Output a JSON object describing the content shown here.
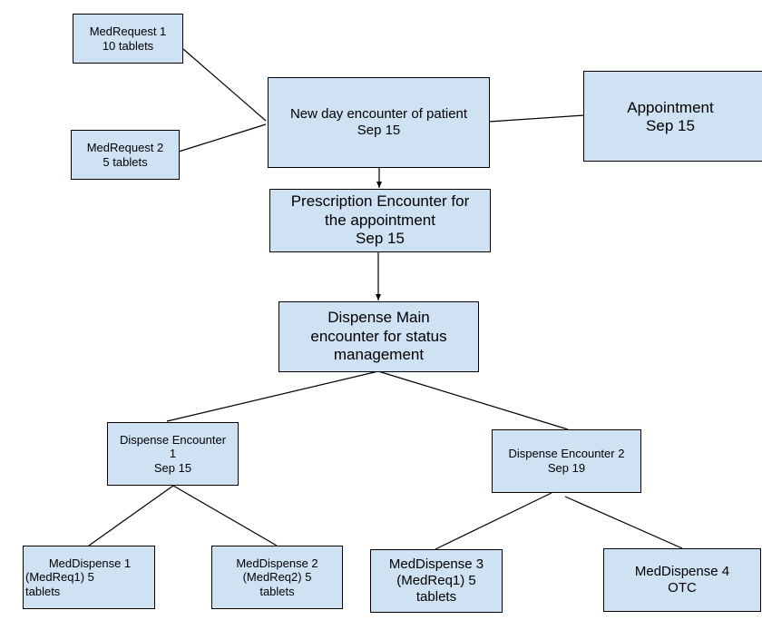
{
  "nodes": {
    "medrequest1": {
      "line1": "MedRequest 1",
      "line2": "10 tablets"
    },
    "medrequest2": {
      "line1": "MedRequest 2",
      "line2": "5 tablets"
    },
    "new_day_encounter": {
      "line1": "New day encounter of patient",
      "line2": "Sep 15"
    },
    "appointment": {
      "line1": "Appointment",
      "line2": "Sep 15"
    },
    "prescription_encounter": {
      "line1": "Prescription Encounter for",
      "line2": "the appointment",
      "line3": "Sep 15"
    },
    "dispense_main": {
      "line1": "Dispense Main",
      "line2": "encounter for status",
      "line3": "management"
    },
    "dispense_encounter1": {
      "line1": "Dispense Encounter",
      "line2": "1",
      "line3": "Sep 15"
    },
    "dispense_encounter2": {
      "line1": "Dispense Encounter 2",
      "line2": "Sep 19"
    },
    "meddispense1": {
      "line1": "MedDispense 1",
      "line2": "(MedReq1) 5",
      "line3": "tablets"
    },
    "meddispense2": {
      "line1": "MedDispense 2",
      "line2": "(MedReq2) 5",
      "line3": "tablets"
    },
    "meddispense3": {
      "line1": "MedDispense 3",
      "line2": "(MedReq1) 5",
      "line3": "tablets"
    },
    "meddispense4": {
      "line1": "MedDispense 4",
      "line2": "OTC"
    }
  },
  "connections": [
    {
      "from": "medrequest1",
      "to": "new_day_encounter",
      "arrow": false
    },
    {
      "from": "medrequest2",
      "to": "new_day_encounter",
      "arrow": false
    },
    {
      "from": "new_day_encounter",
      "to": "appointment",
      "arrow": false
    },
    {
      "from": "new_day_encounter",
      "to": "prescription_encounter",
      "arrow": true
    },
    {
      "from": "prescription_encounter",
      "to": "dispense_main",
      "arrow": true
    },
    {
      "from": "dispense_main",
      "to": "dispense_encounter1",
      "arrow": false
    },
    {
      "from": "dispense_main",
      "to": "dispense_encounter2",
      "arrow": false
    },
    {
      "from": "dispense_encounter1",
      "to": "meddispense1",
      "arrow": false
    },
    {
      "from": "dispense_encounter1",
      "to": "meddispense2",
      "arrow": false
    },
    {
      "from": "dispense_encounter2",
      "to": "meddispense3",
      "arrow": false
    },
    {
      "from": "dispense_encounter2",
      "to": "meddispense4",
      "arrow": false
    }
  ],
  "colors": {
    "box_fill": "#cfe2f3",
    "box_border": "#000000",
    "line": "#000000"
  }
}
